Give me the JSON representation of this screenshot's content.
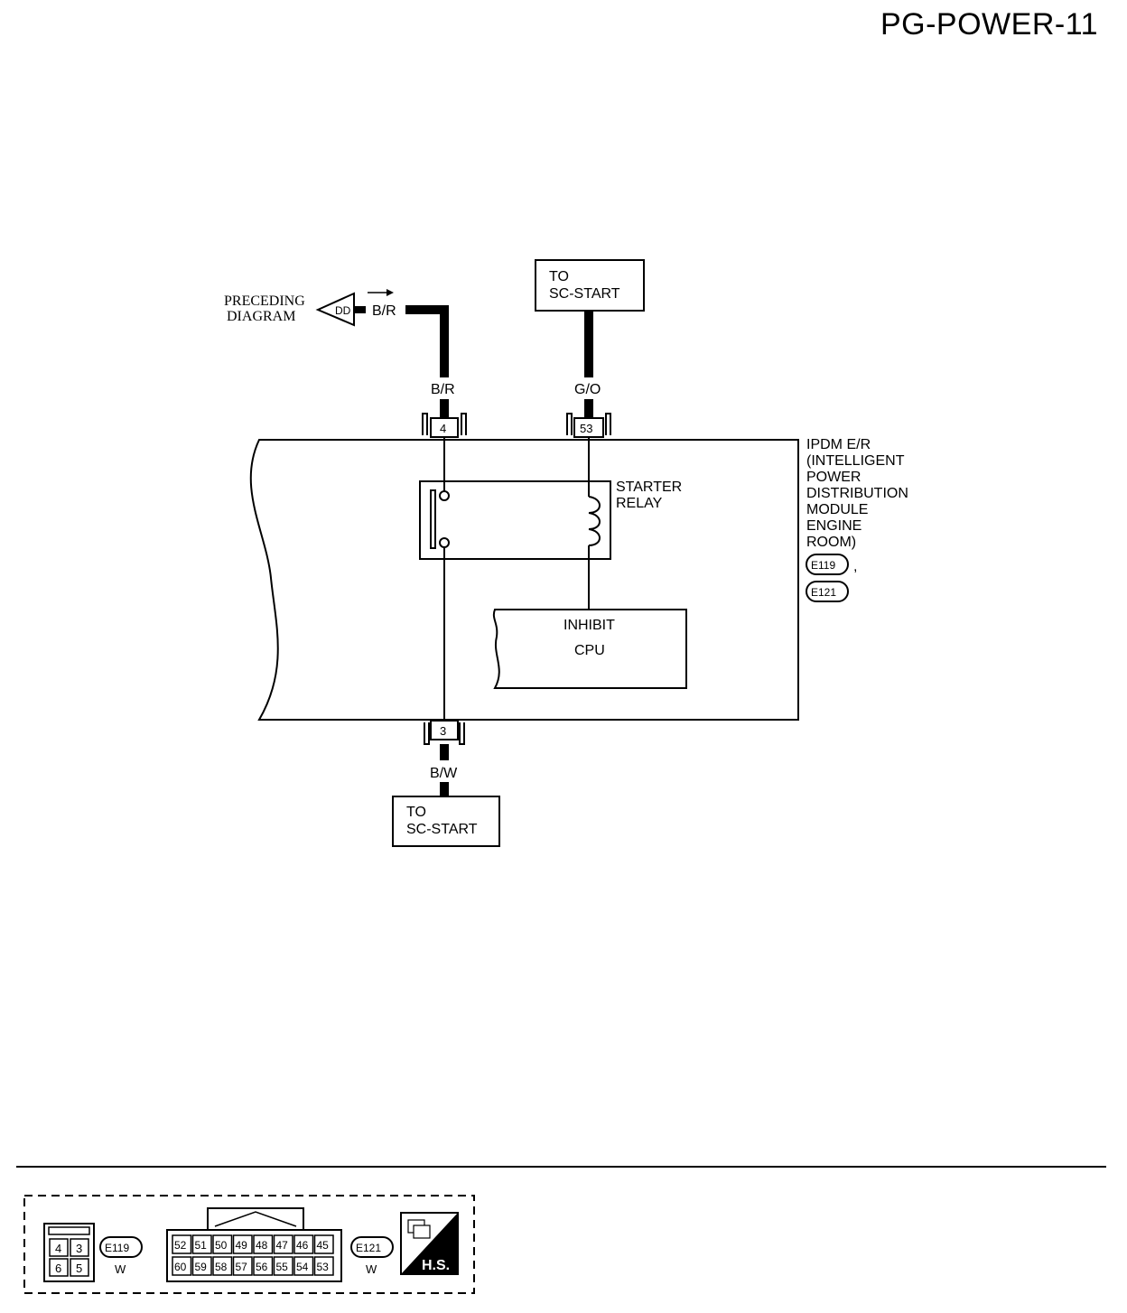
{
  "page_id": "PG-POWER-11",
  "preceding": {
    "line1": "PRECEDING",
    "line2": "DIAGRAM",
    "symbol": "DD",
    "wire": "B/R"
  },
  "wires": {
    "left_top": "B/R",
    "right_top": "G/O",
    "bottom": "B/W"
  },
  "terminals": {
    "t4": "4",
    "t53": "53",
    "t3": "3"
  },
  "to_top": {
    "line1": "TO",
    "line2": "SC-START"
  },
  "to_bottom": {
    "line1": "TO",
    "line2": "SC-START"
  },
  "module": {
    "lines": [
      "IPDM E/R",
      "(INTELLIGENT",
      "POWER",
      "DISTRIBUTION",
      "MODULE",
      "ENGINE",
      "ROOM)"
    ],
    "conn1": "E119",
    "conn_sep": ",",
    "conn2": "E121"
  },
  "relay": {
    "line1": "STARTER",
    "line2": "RELAY"
  },
  "cpu": {
    "line1": "INHIBIT",
    "line2": "CPU"
  },
  "legend": {
    "e119": {
      "code": "E119",
      "color": "W",
      "pins": [
        "4",
        "3",
        "6",
        "5"
      ]
    },
    "e121": {
      "code": "E121",
      "color": "W",
      "pins_top": [
        "52",
        "51",
        "50",
        "49",
        "48",
        "47",
        "46",
        "45"
      ],
      "pins_bottom": [
        "60",
        "59",
        "58",
        "57",
        "56",
        "55",
        "54",
        "53"
      ]
    },
    "hs": "H.S."
  }
}
